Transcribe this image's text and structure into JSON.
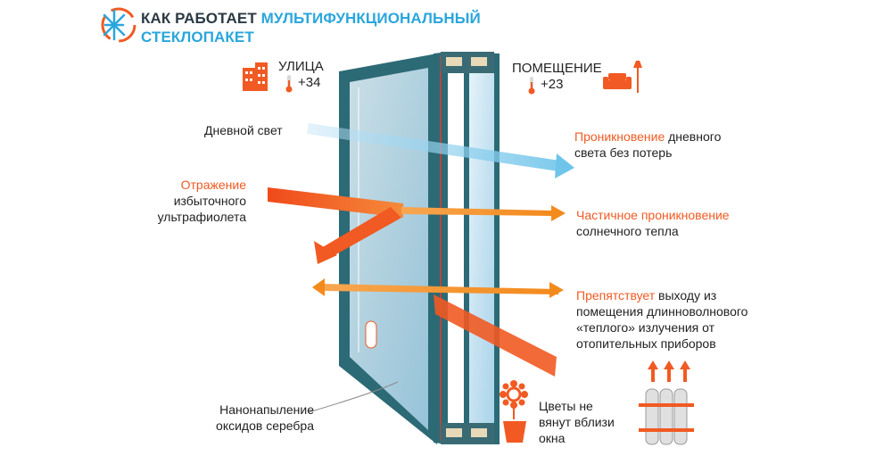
{
  "title": {
    "part1": "КАК РАБОТАЕТ ",
    "part2": "МУЛЬТИФУНКЦИОНАЛЬНЫЙ",
    "line2": "СТЕКЛОПАКЕТ"
  },
  "outside": {
    "label": "УЛИЦА",
    "temp": "+34"
  },
  "inside": {
    "label": "ПОМЕЩЕНИЕ",
    "temp": "+23"
  },
  "left_labels": {
    "daylight": "Дневной свет",
    "reflection_highlight": "Отражение",
    "reflection_line2": "избыточного",
    "reflection_line3": "ультрафиолета",
    "coating_line1": "Нанонапыление",
    "coating_line2": "оксидов серебра"
  },
  "right_labels": {
    "light_highlight": "Проникновение",
    "light_rest": " дневного",
    "light_line2": "света без потерь",
    "heat_highlight": "Частичное проникновение",
    "heat_line2": "солнечного тепла",
    "block_highlight": "Препятствует",
    "block_rest": " выходу из",
    "block_line2": "помещения длинноволнового",
    "block_line3": "«теплого» излучения от",
    "block_line4": "отопительных приборов",
    "flowers_line1": "Цветы не",
    "flowers_line2": "вянут вблизи",
    "flowers_line3": "окна"
  },
  "colors": {
    "orange": "#f15a22",
    "blue": "#2aa6dc",
    "frame": "#2c6a76",
    "glass": "#cfe6f2"
  },
  "icons": [
    "snowflake-sun-logo-icon",
    "building-icon",
    "thermometer-icon",
    "sofa-lamp-icon",
    "flower-pot-icon",
    "radiator-icon"
  ]
}
